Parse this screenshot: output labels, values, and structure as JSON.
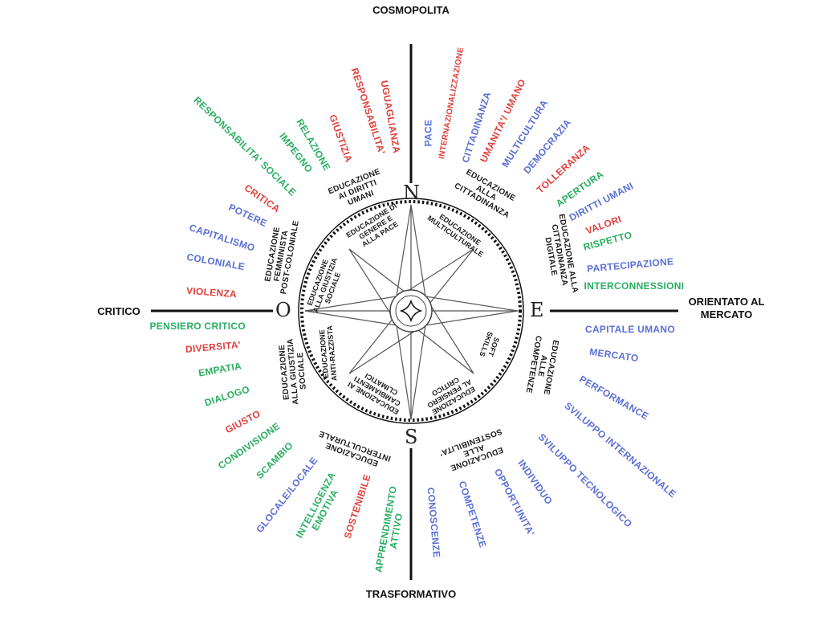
{
  "axes": {
    "north": "COSMOPOLITA",
    "south": "TRASFORMATIVO",
    "west": "CRITICO",
    "east": "ORIENTATO AL\nMERCATO"
  },
  "cardinals": {
    "n": "N",
    "s": "S",
    "e": "E",
    "o": "O"
  },
  "colors": {
    "red": "#e0403c",
    "blue": "#5b6fd6",
    "green": "#2aae62"
  },
  "keywords": [
    {
      "t": "RESPONSABILITA' SOCIALE",
      "c": "g"
    },
    {
      "t": "IMPEGNO",
      "c": "g"
    },
    {
      "t": "RELAZIONE",
      "c": "g"
    },
    {
      "t": "GIUSTIZIA",
      "c": "r"
    },
    {
      "t": "RESPONSABILITA'",
      "c": "r"
    },
    {
      "t": "UGUAGLIANZA",
      "c": "r"
    },
    {
      "t": "CRITICA",
      "c": "r"
    },
    {
      "t": "POTERE",
      "c": "b"
    },
    {
      "t": "CAPITALISMO",
      "c": "b"
    },
    {
      "t": "COLONIALE",
      "c": "b"
    },
    {
      "t": "VIOLENZA",
      "c": "r"
    },
    {
      "t": "PACE",
      "c": "b"
    },
    {
      "t": "INTERNAZIONALIZZAZIONE",
      "c": "r"
    },
    {
      "t": "CITTADINANZA",
      "c": "b"
    },
    {
      "t": "UMANITA'/ UMANO",
      "c": "r"
    },
    {
      "t": "MULTICULTURA",
      "c": "b"
    },
    {
      "t": "DEMOCRAZIA",
      "c": "b"
    },
    {
      "t": "TOLLERANZA",
      "c": "r"
    },
    {
      "t": "APERTURA",
      "c": "g"
    },
    {
      "t": "DIRITTI UMANI",
      "c": "b"
    },
    {
      "t": "VALORI",
      "c": "r"
    },
    {
      "t": "RISPETTO",
      "c": "g"
    },
    {
      "t": "PARTECIPAZIONE",
      "c": "b"
    },
    {
      "t": "INTERCONNESSIONI",
      "c": "g"
    },
    {
      "t": "CAPITALE UMANO",
      "c": "b"
    },
    {
      "t": "MERCATO",
      "c": "b"
    },
    {
      "t": "PERFORMANCE",
      "c": "b"
    },
    {
      "t": "SVILUPPO INTERNAZIONALE",
      "c": "b"
    },
    {
      "t": "SVILUPPO TECNOLOGICO",
      "c": "b"
    },
    {
      "t": "INDIVIDUO",
      "c": "b"
    },
    {
      "t": "OPPORTUNITA'",
      "c": "b"
    },
    {
      "t": "COMPETENZE",
      "c": "b"
    },
    {
      "t": "CONOSCENZE",
      "c": "b"
    },
    {
      "t": "PENSIERO CRITICO",
      "c": "g"
    },
    {
      "t": "DIVERSITA'",
      "c": "r"
    },
    {
      "t": "EMPATIA",
      "c": "g"
    },
    {
      "t": "DIALOGO",
      "c": "g"
    },
    {
      "t": "GIUSTO",
      "c": "r"
    },
    {
      "t": "CONDIVISIONE",
      "c": "g"
    },
    {
      "t": "SCAMBIO",
      "c": "g"
    },
    {
      "t": "GLOCALE/LOCALE",
      "c": "b"
    },
    {
      "t": "INTELLIGENZA\nEMOTIVA",
      "c": "g"
    },
    {
      "t": "SOSTENIBILE",
      "c": "r"
    },
    {
      "t": "APPRENDIMENTO\nATTIVO",
      "c": "g"
    }
  ],
  "educations": [
    "EDUCAZIONE\nAI DIRITTI\nUMANI",
    "EDUCAZIONE\nALLA\nCITTADINANZA",
    "EDUCAZIONE ALLA\nCITTADINANZA\nDIGITALE",
    "EDUCAZIONE\nFEMMINISTA\nPOST-COLONIALE",
    "EDUCAZIONE DI\nGENERE E\nALLA PACE",
    "EDUCAZIONE\nMULTICULTURALE",
    "EDUCAZIONE\nALLA GIUSTIZIA\nSOCIALE",
    "EDUCAZIONE\nALLA GIUSTIZIA\nSOCIALE",
    "EDUCAZIONE\nANTI-RAZZISTA",
    "EDUCAZIONE AI\nCAMBIAMENTI\nCLIMATICI",
    "EDUCAZIONE\nAL PENSIERO\nCRITICO",
    "SOFT\nSKILLS",
    "EDUCAZIONE\nALLE\nCOMPETENZE",
    "EDUCAZIONE\nALLE\nSOSTENIBILITA'",
    "EDUCAZIONE\nINTERCULTURALE"
  ]
}
